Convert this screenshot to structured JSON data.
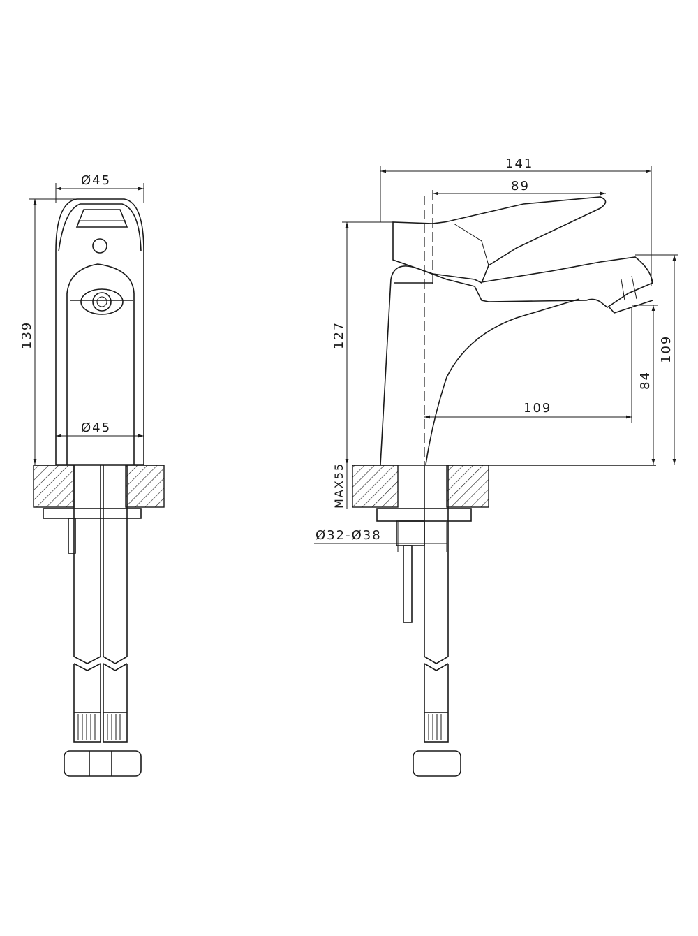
{
  "drawing": {
    "front_view": {
      "top_diameter": "Ø45",
      "base_diameter": "Ø45",
      "height": "139"
    },
    "side_view": {
      "overall_length": "141",
      "handle_length": "89",
      "body_height": "127",
      "spout_reach": "109",
      "spout_height_outer": "109",
      "spout_height_inner": "84",
      "max_counter_thickness": "MAX55",
      "hole_diameter": "Ø32-Ø38"
    }
  }
}
